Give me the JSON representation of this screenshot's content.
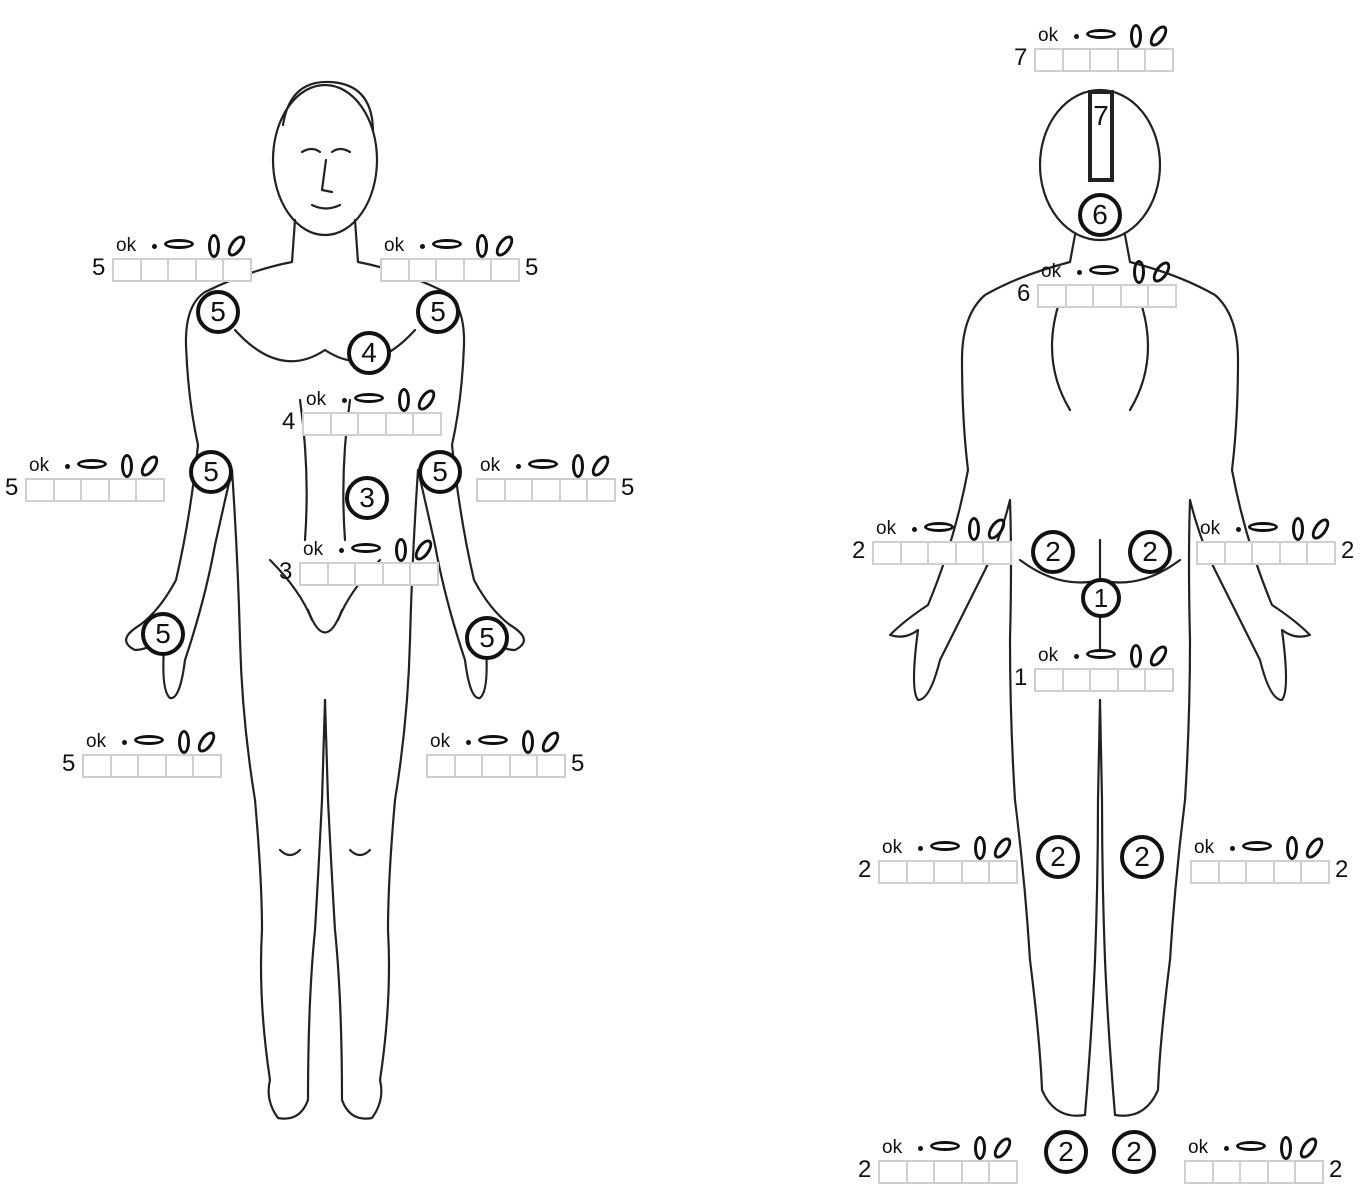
{
  "widget_labels": {
    "ok": "ok"
  },
  "widget_icons": [
    "dot-icon",
    "flat-oval-icon",
    "tall-oval-icon",
    "tilted-oval-icon"
  ],
  "colors": {
    "outline": "#111111",
    "box_border": "#cfcfcf",
    "background": "#ffffff"
  },
  "front_figure": {
    "markers": [
      {
        "id": "left-shoulder",
        "label": "5"
      },
      {
        "id": "right-shoulder",
        "label": "5"
      },
      {
        "id": "chest",
        "label": "4"
      },
      {
        "id": "left-elbow",
        "label": "5"
      },
      {
        "id": "right-elbow",
        "label": "5"
      },
      {
        "id": "abdomen",
        "label": "3"
      },
      {
        "id": "left-wrist",
        "label": "5"
      },
      {
        "id": "right-wrist",
        "label": "5"
      }
    ],
    "widgets": [
      {
        "id": "left-shoulder",
        "count": "5"
      },
      {
        "id": "right-shoulder",
        "count": "5"
      },
      {
        "id": "chest",
        "count": "4"
      },
      {
        "id": "left-elbow",
        "count": "5"
      },
      {
        "id": "right-elbow",
        "count": "5"
      },
      {
        "id": "abdomen",
        "count": "3"
      },
      {
        "id": "left-wrist",
        "count": "5"
      },
      {
        "id": "right-wrist",
        "count": "5"
      }
    ]
  },
  "back_figure": {
    "markers": [
      {
        "id": "head",
        "label": "7"
      },
      {
        "id": "neck",
        "label": "6"
      },
      {
        "id": "left-hip",
        "label": "2"
      },
      {
        "id": "right-hip",
        "label": "2"
      },
      {
        "id": "lower-back",
        "label": "1"
      },
      {
        "id": "left-knee",
        "label": "2"
      },
      {
        "id": "right-knee",
        "label": "2"
      },
      {
        "id": "left-heel",
        "label": "2"
      },
      {
        "id": "right-heel",
        "label": "2"
      }
    ],
    "widgets": [
      {
        "id": "head",
        "count": "7"
      },
      {
        "id": "neck",
        "count": "6"
      },
      {
        "id": "left-hip",
        "count": "2"
      },
      {
        "id": "right-hip",
        "count": "2"
      },
      {
        "id": "lower-back",
        "count": "1"
      },
      {
        "id": "left-knee",
        "count": "2"
      },
      {
        "id": "right-knee",
        "count": "2"
      },
      {
        "id": "left-heel",
        "count": "2"
      },
      {
        "id": "right-heel",
        "count": "2"
      }
    ]
  }
}
